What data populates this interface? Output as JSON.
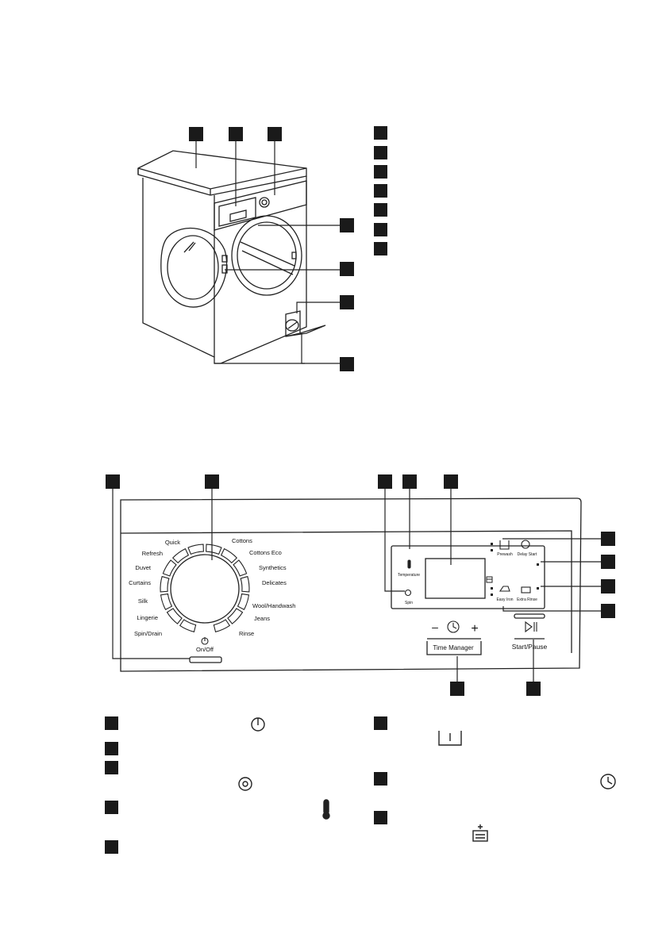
{
  "dial": {
    "programs_left": [
      "Quick",
      "Refresh",
      "Duvet",
      "Curtains",
      "Silk",
      "Lingerie",
      "Spin/Drain"
    ],
    "programs_right": [
      "Cottons",
      "Cottons Eco",
      "Synthetics",
      "Delicates",
      "Wool/Handwash",
      "Jeans",
      "Rinse"
    ],
    "on_off": "On/Off"
  },
  "display": {
    "temperature": "Temperature",
    "spin": "Spin",
    "prewash": "Prewash",
    "delay_start": "Delay Start",
    "easy_iron": "Easy Iron",
    "extra_rinse": "Extra Rinse"
  },
  "buttons": {
    "time_manager": "Time Manager",
    "minus": "–",
    "plus": "+",
    "start_pause": "Start/Pause"
  },
  "icons": {
    "power": "power-icon",
    "spin": "spin-icon",
    "thermometer": "thermometer-icon",
    "prewash": "prewash-icon",
    "delay": "delay-start-icon",
    "extra_rinse": "extra-rinse-icon"
  }
}
